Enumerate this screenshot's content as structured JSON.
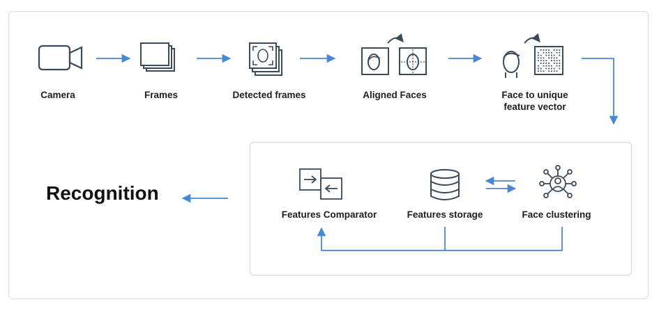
{
  "pipeline": {
    "camera": "Camera",
    "frames": "Frames",
    "detected_frames": "Detected frames",
    "aligned_faces": "Aligned Faces",
    "feature_vector_line1": "Face to unique",
    "feature_vector_line2": "feature vector"
  },
  "recognition_block": {
    "features_comparator": "Features Comparator",
    "features_storage": "Features storage",
    "face_clustering": "Face clustering"
  },
  "result": "Recognition",
  "colors": {
    "arrow": "#4a86d8",
    "icon": "#3a4a5a",
    "text": "#1e1e1e"
  }
}
